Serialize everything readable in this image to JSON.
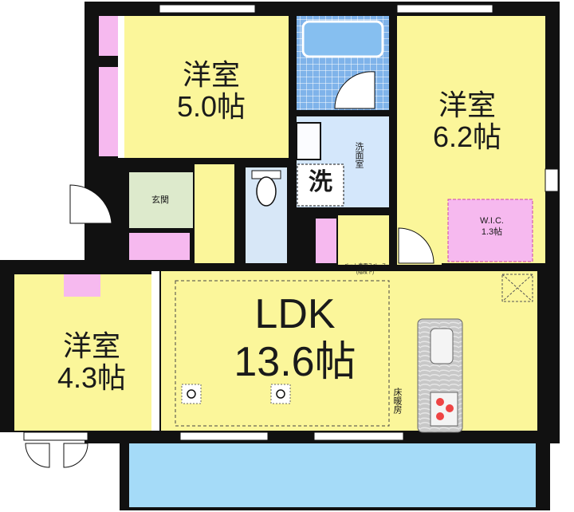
{
  "rooms": {
    "western_5": {
      "name": "洋室",
      "size": "5.0帖"
    },
    "western_6": {
      "name": "洋室",
      "size": "6.2帖"
    },
    "western_4": {
      "name": "洋室",
      "size": "4.3帖"
    },
    "ldk": {
      "name": "LDK",
      "size": "13.6帖"
    },
    "entrance": {
      "name": "玄関"
    },
    "washroom": {
      "name": "洗面室"
    },
    "washer": {
      "symbol": "洗"
    },
    "wic": {
      "name": "W.I.C.",
      "size": "1.3帖"
    },
    "pet_space": {
      "name": "ペット専用スペース",
      "note": "(階段下)"
    },
    "floor_heating": {
      "label": "床暖房"
    }
  },
  "colors": {
    "room_fill": "#fbf69a",
    "wall": "#111111",
    "closet": "#f6b9ef",
    "bath_water": "#86bff0",
    "bath_tile": "#5f95d8",
    "wash_room": "#d4e7fb",
    "entrance": "#ddeacc",
    "toilet_room": "#d7e7f7",
    "balcony": "#a5dbf8",
    "counter": "#bdbdbd"
  }
}
